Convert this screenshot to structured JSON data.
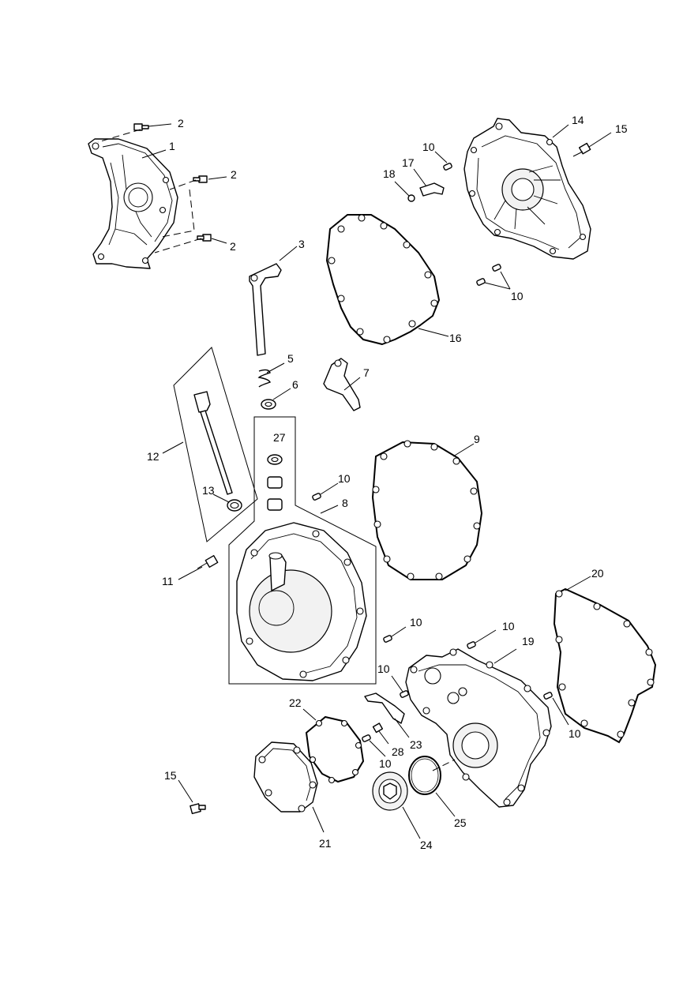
{
  "callouts": [
    {
      "id": "c1",
      "label": "1"
    },
    {
      "id": "c2a",
      "label": "2"
    },
    {
      "id": "c2b",
      "label": "2"
    },
    {
      "id": "c2c",
      "label": "2"
    },
    {
      "id": "c3",
      "label": "3"
    },
    {
      "id": "c5",
      "label": "5"
    },
    {
      "id": "c6",
      "label": "6"
    },
    {
      "id": "c7",
      "label": "7"
    },
    {
      "id": "c8",
      "label": "8"
    },
    {
      "id": "c9",
      "label": "9"
    },
    {
      "id": "c10a",
      "label": "10"
    },
    {
      "id": "c10b",
      "label": "10"
    },
    {
      "id": "c10c",
      "label": "10"
    },
    {
      "id": "c10d",
      "label": "10"
    },
    {
      "id": "c10e",
      "label": "10"
    },
    {
      "id": "c10f",
      "label": "10"
    },
    {
      "id": "c10g",
      "label": "10"
    },
    {
      "id": "c10h",
      "label": "10"
    },
    {
      "id": "c11",
      "label": "11"
    },
    {
      "id": "c12",
      "label": "12"
    },
    {
      "id": "c13",
      "label": "13"
    },
    {
      "id": "c14",
      "label": "14"
    },
    {
      "id": "c15a",
      "label": "15"
    },
    {
      "id": "c15b",
      "label": "15"
    },
    {
      "id": "c16",
      "label": "16"
    },
    {
      "id": "c17",
      "label": "17"
    },
    {
      "id": "c18",
      "label": "18"
    },
    {
      "id": "c19",
      "label": "19"
    },
    {
      "id": "c20",
      "label": "20"
    },
    {
      "id": "c21",
      "label": "21"
    },
    {
      "id": "c22",
      "label": "22"
    },
    {
      "id": "c23",
      "label": "23"
    },
    {
      "id": "c24",
      "label": "24"
    },
    {
      "id": "c25",
      "label": "25"
    },
    {
      "id": "c27",
      "label": "27"
    },
    {
      "id": "c28",
      "label": "28"
    }
  ]
}
